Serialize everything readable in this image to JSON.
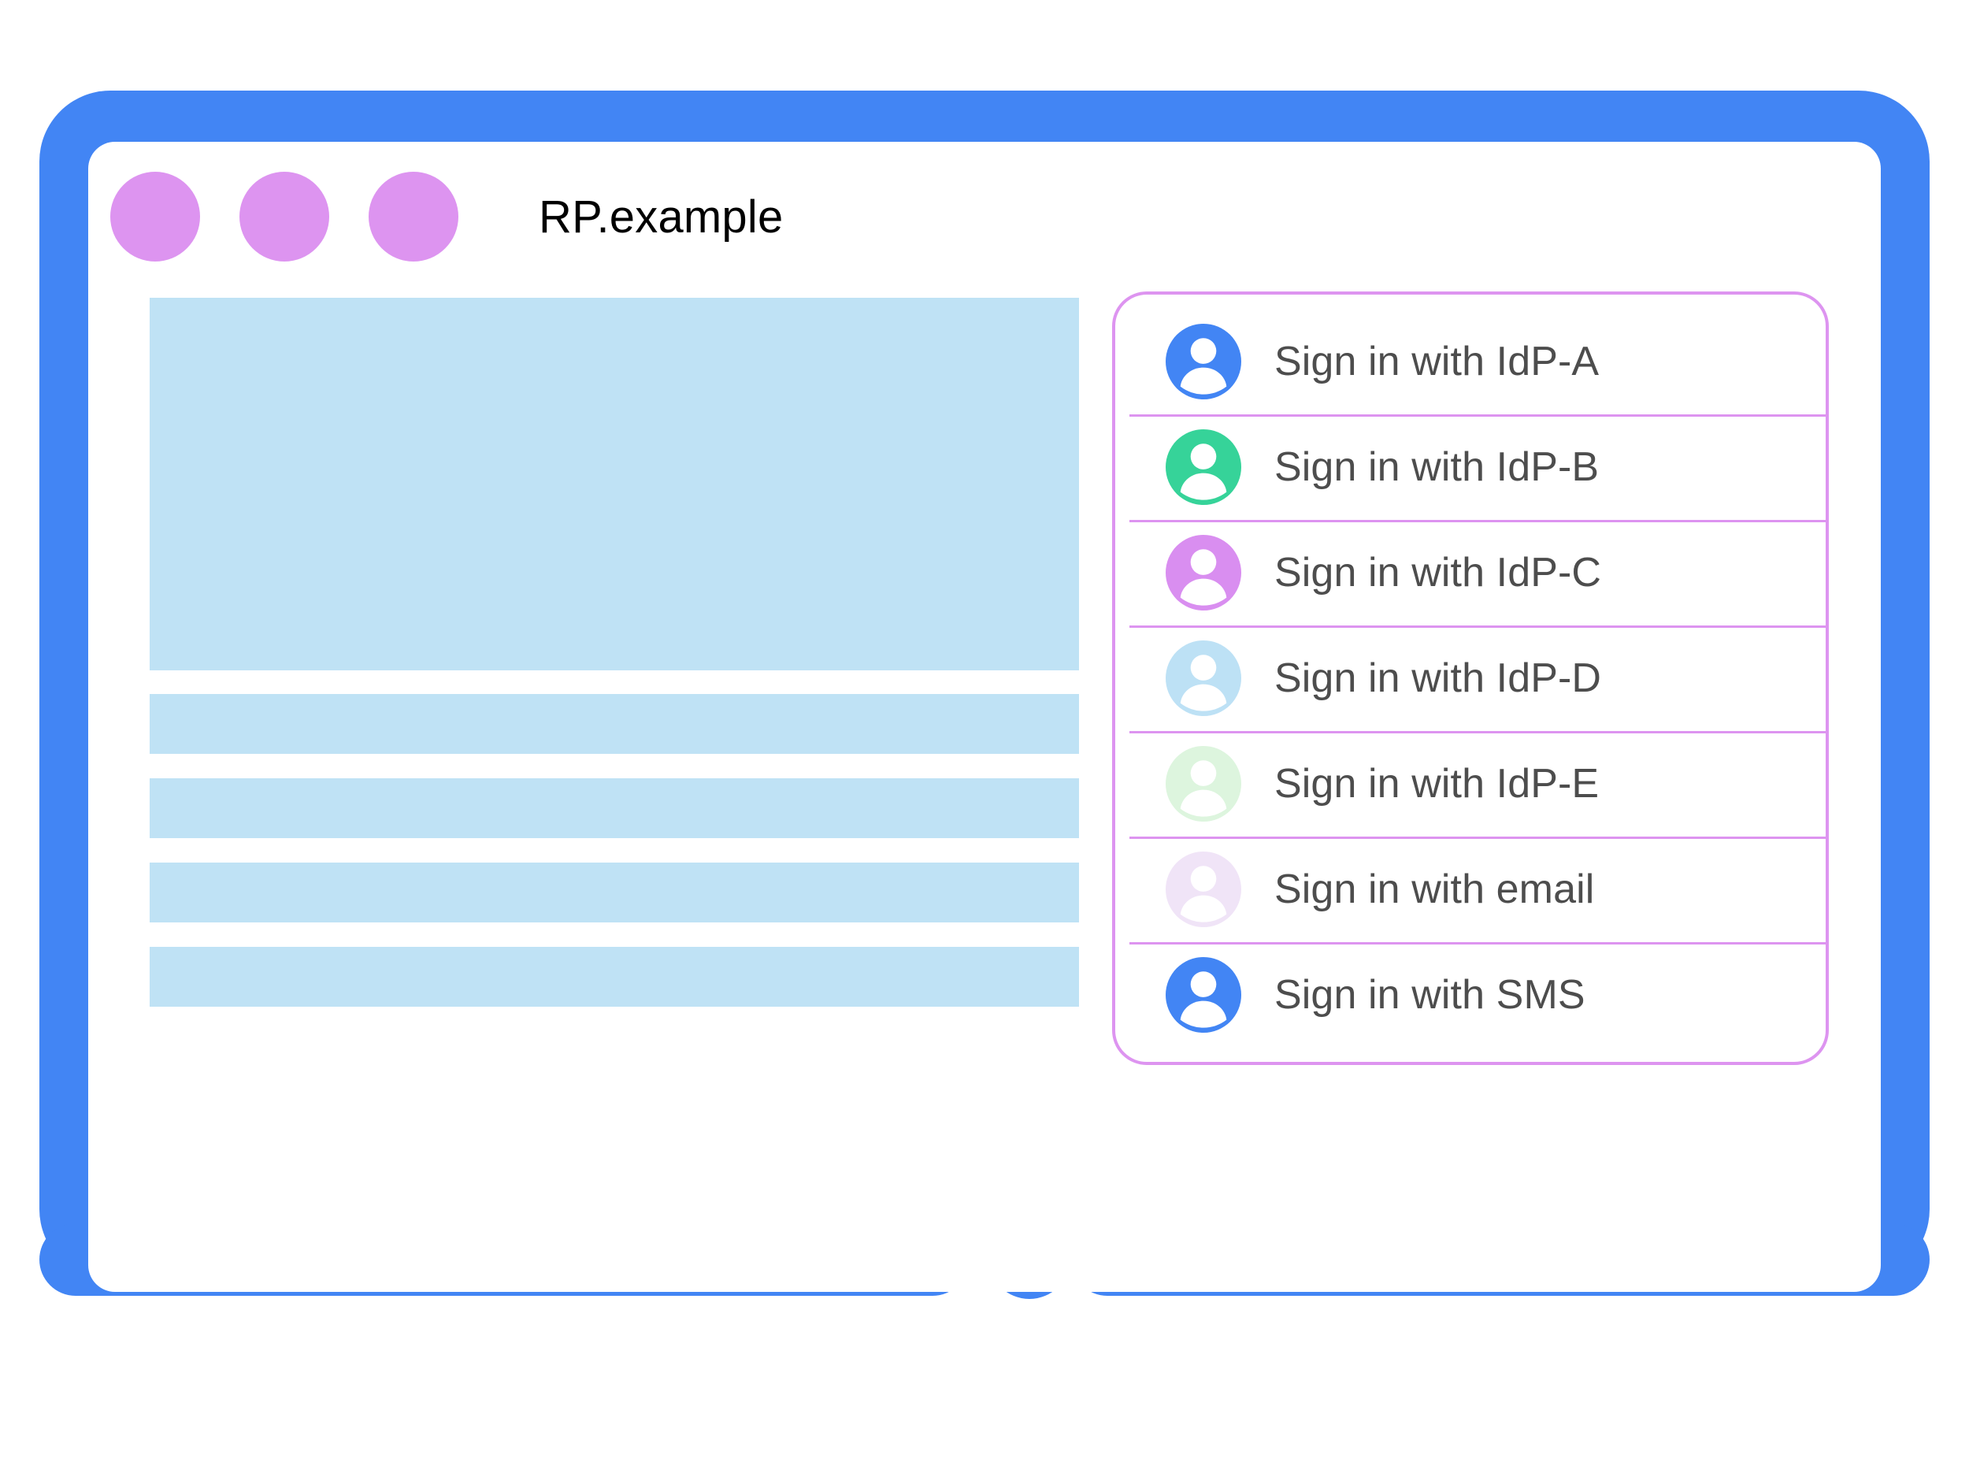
{
  "window": {
    "title": "RP.example",
    "dots": [
      "window-dot-1",
      "window-dot-2",
      "window-dot-3"
    ]
  },
  "colors": {
    "bezel_blue": "#4285f4",
    "dot_purple": "#dd94f0",
    "panel_border": "#dd94f0",
    "placeholder_blue": "#bfe2f5",
    "label_text": "#4d4d4d",
    "title_text": "#000000"
  },
  "content_placeholders": [
    {
      "name": "hero-block",
      "kind": "hero"
    },
    {
      "name": "text-bar-1",
      "kind": "bar"
    },
    {
      "name": "text-bar-2",
      "kind": "bar"
    },
    {
      "name": "text-bar-3",
      "kind": "bar"
    },
    {
      "name": "text-bar-4",
      "kind": "bar"
    }
  ],
  "account_chooser": {
    "items": [
      {
        "label": "Sign in with IdP-A",
        "avatar_color": "#4285f4",
        "icon": "person-avatar-icon"
      },
      {
        "label": "Sign in with IdP-B",
        "avatar_color": "#36d399",
        "icon": "person-avatar-icon"
      },
      {
        "label": "Sign in with IdP-C",
        "avatar_color": "#d98ef0",
        "icon": "person-avatar-icon"
      },
      {
        "label": "Sign in with IdP-D",
        "avatar_color": "#bde1f5",
        "icon": "person-avatar-icon"
      },
      {
        "label": "Sign in with IdP-E",
        "avatar_color": "#ddf5de",
        "icon": "person-avatar-icon"
      },
      {
        "label": "Sign in with email",
        "avatar_color": "#f0e4f7",
        "icon": "person-avatar-icon"
      },
      {
        "label": "Sign in with SMS",
        "avatar_color": "#4285f4",
        "icon": "person-avatar-icon"
      }
    ]
  },
  "device": {
    "home_button": "home-button"
  }
}
